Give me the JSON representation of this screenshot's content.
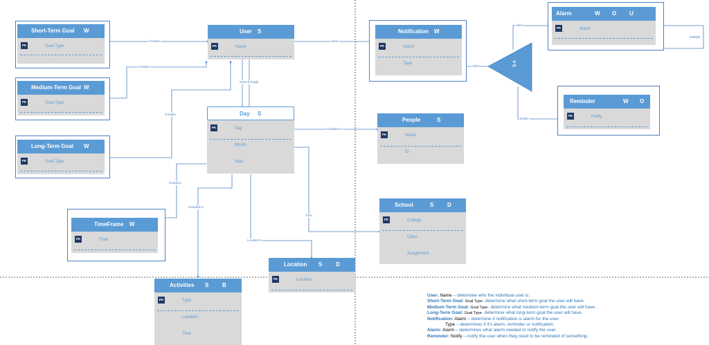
{
  "entities": {
    "short_term_goal": {
      "title": "Short-Term Goal",
      "tags": [
        "W"
      ],
      "attrs": [
        "Goal Type"
      ]
    },
    "medium_term_goal": {
      "title": "Medium-Term Goal",
      "tags": [
        "W"
      ],
      "attrs": [
        "Goal Type"
      ]
    },
    "long_term_goal": {
      "title": "Long-Term Goal",
      "tags": [
        "W"
      ],
      "attrs": [
        "Goal Type"
      ]
    },
    "user": {
      "title": "User",
      "tags": [
        "S"
      ],
      "attrs": [
        "Name"
      ]
    },
    "day": {
      "title": "Day",
      "tags": [
        "S"
      ],
      "attrs": [
        "Day",
        "Month",
        "Year"
      ]
    },
    "notification": {
      "title": "Notification",
      "tags": [
        "W"
      ],
      "attrs": [
        "Alarm",
        "Type"
      ]
    },
    "alarm": {
      "title": "Alarm",
      "tags": [
        "W",
        "O",
        "U"
      ],
      "attrs": [
        "Alarm"
      ]
    },
    "reminder": {
      "title": "Reminder",
      "tags": [
        "W",
        "O"
      ],
      "attrs": [
        "Notify"
      ]
    },
    "people": {
      "title": "People",
      "tags": [
        "S"
      ],
      "attrs": [
        "Name",
        "ID"
      ]
    },
    "school": {
      "title": "School",
      "tags": [
        "S",
        "D"
      ],
      "attrs": [
        "College",
        "Class",
        "Assignment"
      ]
    },
    "timeframe": {
      "title": "TimeFrame",
      "tags": [
        "W"
      ],
      "attrs": [
        "Time"
      ]
    },
    "location": {
      "title": "Location",
      "tags": [
        "S",
        "D"
      ],
      "attrs": [
        "Location"
      ]
    },
    "activities": {
      "title": "Activities",
      "tags": [
        "S",
        "B"
      ],
      "attrs": [
        "Type",
        "Location",
        "Time"
      ]
    }
  },
  "pk_badge": "PK",
  "sa_label": "S A",
  "relationships": {
    "creates_short": "Creates",
    "creates_medium": "Creates",
    "creates_long": "Creates",
    "sent": "Sent",
    "goes_through": "Goes through",
    "alert_top": "Alert",
    "alert_side": "Alert",
    "multiple": "Multiple",
    "notice": "Notice",
    "included_in_people": "Included In",
    "contains": "Contains",
    "included_in_activities": "Included In",
    "time": "Time",
    "located_in": "Located In"
  },
  "legend": {
    "user": {
      "key": "User:",
      "attr": "Name",
      "desc": "– determine who the individual user is."
    },
    "short": {
      "key": "Short-Term Goal:",
      "attr": "Goal Type",
      "desc": "- determine what short-term goal the user will have."
    },
    "medium": {
      "key": "Medium-Term Goal:",
      "attr": "Goal Type",
      "desc": "- determine what medium-term goal the user will have."
    },
    "long": {
      "key": "Long-Term Goal:",
      "attr": "Goal Type",
      "desc": "- determine what long-term goal the user will have."
    },
    "notification": {
      "key": "Notification:",
      "attr": "Alarm",
      "desc": "– determine if notification is alarm for the user."
    },
    "type": {
      "attr": "Type",
      "desc": "– determines if it's alarm, reminder or notification."
    },
    "alarm": {
      "key": "Alarm:",
      "attr": "Alarm",
      "desc": "– determines what alarm needed to notify the user."
    },
    "reminder": {
      "key": "Reminder:",
      "attr": "Notify",
      "desc": "– notify the user when they need to be reminded of something."
    }
  }
}
